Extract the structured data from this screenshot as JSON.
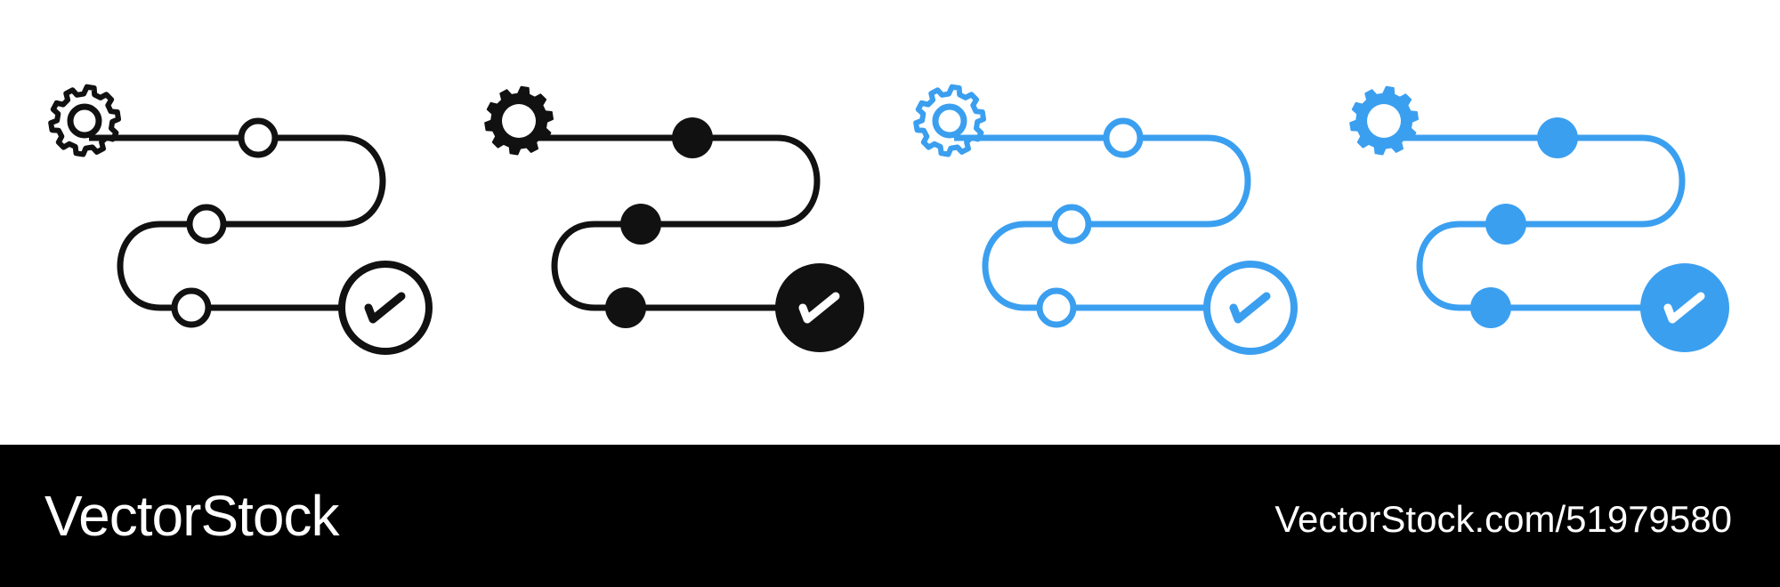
{
  "footer": {
    "brand": "VectorStock",
    "url": "VectorStock.com/51979580"
  },
  "colors": {
    "black": "#111111",
    "blue": "#3b9ff0",
    "footer_bg": "#000000",
    "footer_text": "#ffffff"
  },
  "icons": [
    {
      "style": "outline",
      "color": "#111111"
    },
    {
      "style": "filled",
      "color": "#111111"
    },
    {
      "style": "outline",
      "color": "#3b9ff0"
    },
    {
      "style": "filled",
      "color": "#3b9ff0"
    }
  ]
}
